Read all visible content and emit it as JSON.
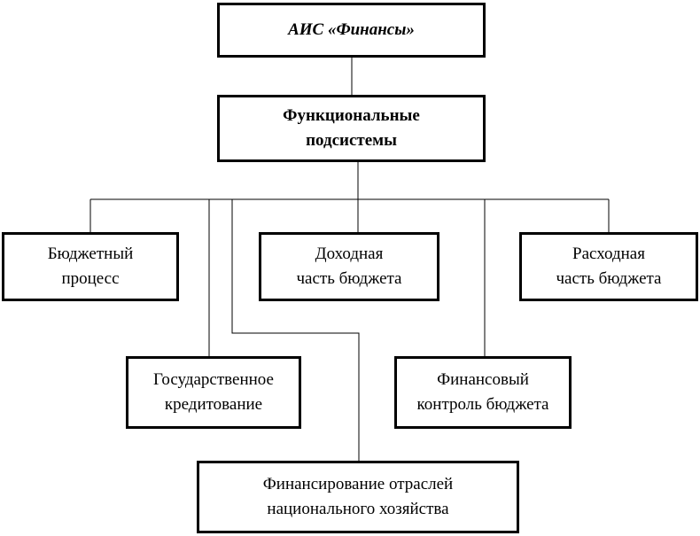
{
  "diagram": {
    "root": {
      "label": "АИС «Финансы»"
    },
    "functional": {
      "label": "Функциональные\nподсистемы"
    },
    "subsystems": {
      "budget_process": "Бюджетный\nпроцесс",
      "income_part": "Доходная\nчасть бюджета",
      "expense_part": "Расходная\nчасть бюджета",
      "state_crediting": "Государственное\nкредитование",
      "financial_control": "Финансовый\nконтроль бюджета",
      "industry_financing": "Финансирование отраслей\nнационального хозяйства"
    }
  }
}
